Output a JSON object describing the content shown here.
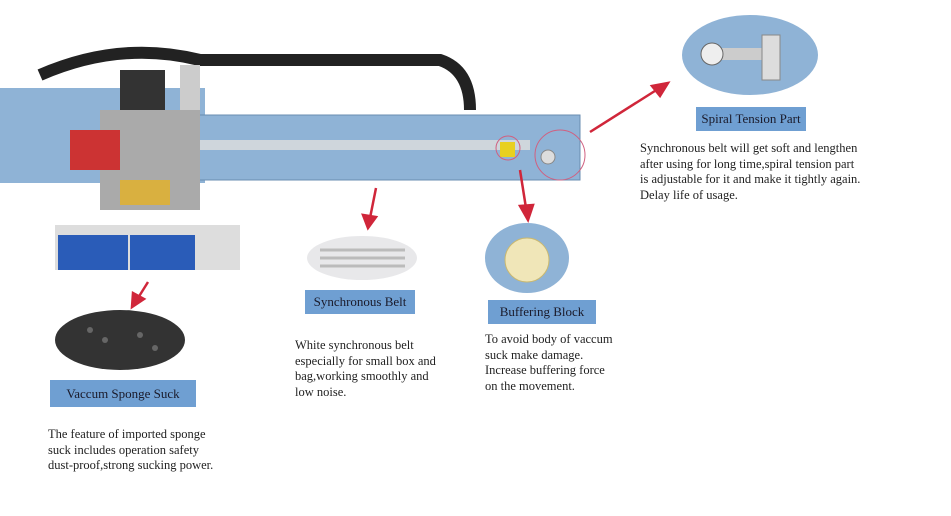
{
  "callouts": {
    "spiral": {
      "title": "Spiral Tension Part",
      "text": "Synchronous belt will get soft and lengthen\nafter using for long time,spiral tension part\nis adjustable for it and make it tightly again.\nDelay life of usage."
    },
    "belt": {
      "title": "Synchronous Belt",
      "text": "White synchronous belt\nespecially for small box and\nbag,working smoothly and\nlow noise."
    },
    "buffer": {
      "title": "Buffering Block",
      "text": "To avoid body of vaccum\nsuck make damage.\nIncrease buffering force\non the movement."
    },
    "sponge": {
      "title": "Vaccum Sponge Suck",
      "text": "The feature of imported sponge\nsuck includes operation safety\ndust-proof,strong sucking power."
    }
  },
  "colors": {
    "label_bg": "#6f9fd2",
    "arrow": "#d0263a",
    "beam": "#8fb3d6"
  }
}
